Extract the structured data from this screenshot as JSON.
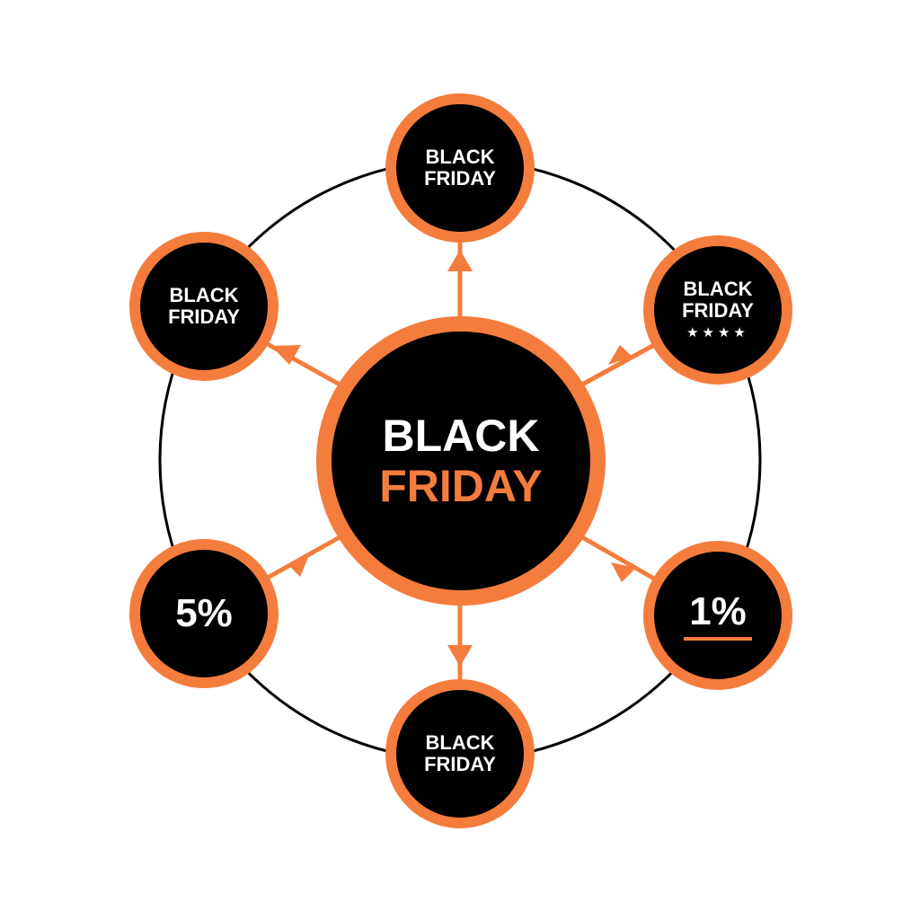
{
  "colors": {
    "accent": "#f47c3c",
    "node_fill": "#000000",
    "ring": "#000000",
    "background": "#ffffff"
  },
  "center": {
    "line1": "BLACK",
    "line2": "FRIDAY"
  },
  "satellites": {
    "top": {
      "line1": "BLACK",
      "line2": "FRIDAY"
    },
    "top_left": {
      "line1": "BLACK",
      "line2": "FRIDAY"
    },
    "top_right": {
      "line1": "BLACK",
      "line2": "FRIDAY",
      "stars": "★★★★"
    },
    "bottom_left": {
      "value": "5%"
    },
    "bottom_right": {
      "value": "1%"
    },
    "bottom": {
      "line1": "BLACK",
      "line2": "FRIDAY"
    }
  }
}
